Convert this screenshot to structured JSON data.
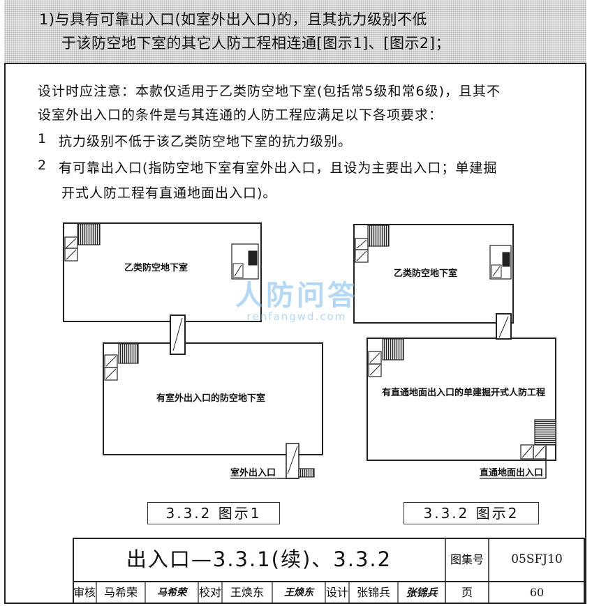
{
  "clause": {
    "line1": "1)与具有可靠出入口(如室外出入口)的，且其抗力级别不低",
    "line2": "于该防空地下室的其它人防工程相连通[图示1]、[图示2]；"
  },
  "note": {
    "line1": "设计时应注意：本款仅适用于乙类防空地下室(包括常5级和常6级)，且其不",
    "line2": "设室外出入口的条件是与其连通的人防工程应满足以下各项要求：",
    "item1_num": "1",
    "item1_text": "抗力级别不低于该乙类防空地下室的抗力级别。",
    "item2_num": "2",
    "item2_text_a": "有可靠出入口(指防空地下室有室外出入口，且设为主要出入口；单建掘",
    "item2_text_b": "开式人防工程有直通地面出入口)。"
  },
  "figure1": {
    "upper_room_label": "乙类防空地下室",
    "lower_room_label": "有室外出入口的防空地下室",
    "exit_label": "室外出入口",
    "caption": "3.3.2 图示1"
  },
  "figure2": {
    "upper_room_label": "乙类防空地下室",
    "lower_room_label": "有直通地面出入口的单建掘开式人防工程",
    "exit_label": "直通地面出入口",
    "caption": "3.3.2 图示2"
  },
  "watermark": {
    "main": "人防问答",
    "sub": "renfangwd.com"
  },
  "title_block": {
    "title": "出入口—3.3.1(续)、3.3.2",
    "atlas_no_label": "图集号",
    "atlas_no": "05SFJ10",
    "review_label": "审核",
    "reviewer": "马希荣",
    "reviewer_sig": "马希荣",
    "check_label": "校对",
    "checker": "王焕东",
    "checker_sig": "王焕东",
    "design_label": "设计",
    "designer": "张锦兵",
    "designer_sig": "张锦兵",
    "page_label": "页",
    "page_no": "60"
  }
}
